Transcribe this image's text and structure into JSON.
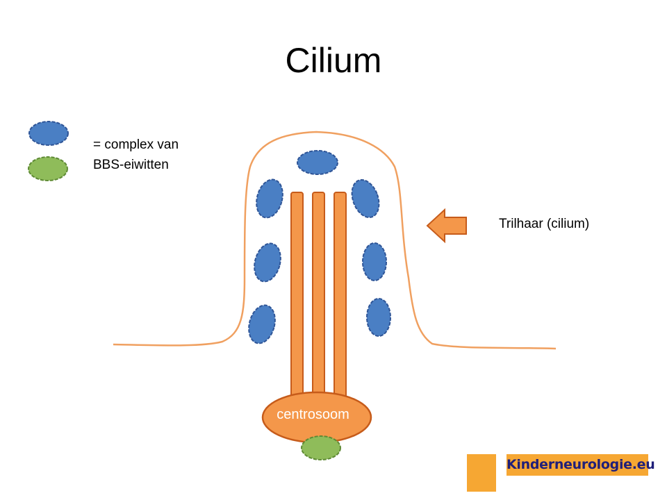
{
  "title": "Cilium",
  "legend": {
    "line1": "= complex van",
    "line2": "BBS-eiwitten"
  },
  "arrow_label": "Trilhaar (cilium)",
  "centrosome_label": "centrosoom",
  "logo_text": "Kinderneurologie.eu",
  "colors": {
    "membrane": "#f0a060",
    "rod_fill": "#f4974a",
    "rod_stroke": "#c65b1a",
    "blue_complex": "#4a7fc4",
    "blue_stroke": "#2f5597",
    "green_complex": "#8fbc5a",
    "green_stroke": "#5e8a34",
    "logo_bg": "#f6a733"
  }
}
